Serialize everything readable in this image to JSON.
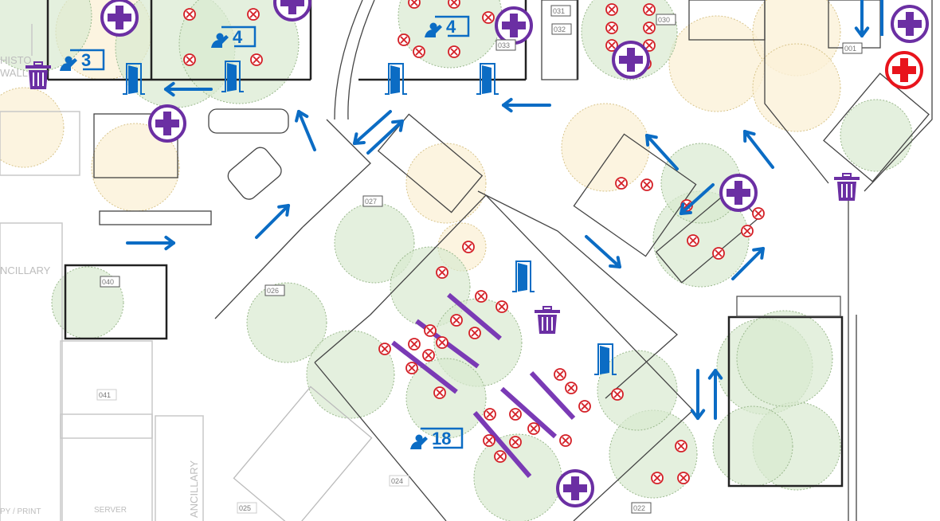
{
  "plan": {
    "area_labels": {
      "history_wall_1": "HISTO",
      "history_wall_2": "WALL",
      "ancillary_left": "NCILLARY",
      "ancillary_bottom": "ANCILLARY",
      "server": "SERVER",
      "copy_print": "PY / PRINT"
    },
    "room_numbers": [
      "040",
      "041",
      "026",
      "027",
      "031",
      "032",
      "033",
      "030",
      "001",
      "022",
      "024",
      "025"
    ],
    "capacity_badges": [
      "3",
      "4",
      "4",
      "18"
    ]
  },
  "colors": {
    "first_aid": "#6b2fa3",
    "emergency": "#e8141c",
    "circulation": "#0b6cc4",
    "distancing_zone": "#d8ead0",
    "lounge_zone": "#fbf1d8",
    "blocked_seat": "#d41f26"
  },
  "icons": {
    "first_aid": "purple-plus-icon",
    "emergency_first_aid": "red-plus-icon",
    "bin": "trash-icon",
    "door": "door-icon",
    "arrow": "direction-arrow-icon",
    "blocked_seat": "blocked-seat-icon",
    "capacity": "presenter-capacity-icon"
  }
}
